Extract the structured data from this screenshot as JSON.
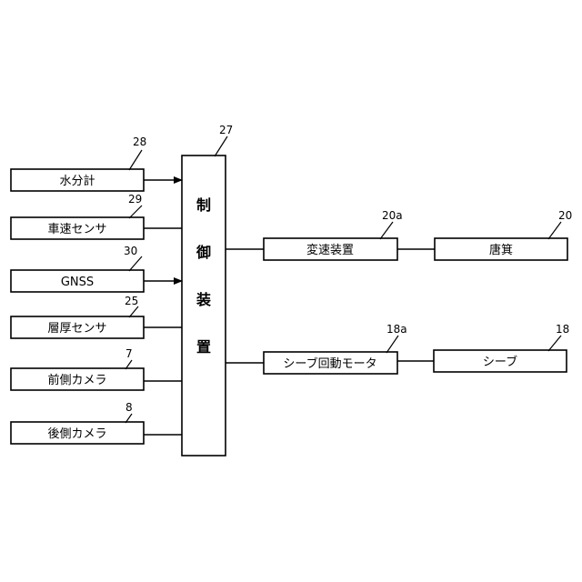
{
  "control_unit": {
    "ref": "27",
    "chars": [
      "制",
      "御",
      "装",
      "置"
    ]
  },
  "inputs": [
    {
      "label": "水分計",
      "ref": "28",
      "arrow": true
    },
    {
      "label": "車速センサ",
      "ref": "29",
      "arrow": false
    },
    {
      "label": "GNSS",
      "ref": "30",
      "arrow": true
    },
    {
      "label": "層厚センサ",
      "ref": "25",
      "arrow": false
    },
    {
      "label": "前側カメラ",
      "ref": "7",
      "arrow": false
    },
    {
      "label": "後側カメラ",
      "ref": "8",
      "arrow": false
    }
  ],
  "outputs": [
    {
      "device": {
        "label": "変速装置",
        "ref": "20a"
      },
      "target": {
        "label": "唐箕",
        "ref": "20"
      }
    },
    {
      "device": {
        "label": "シーブ回動モータ",
        "ref": "18a"
      },
      "target": {
        "label": "シーブ",
        "ref": "18"
      }
    }
  ]
}
